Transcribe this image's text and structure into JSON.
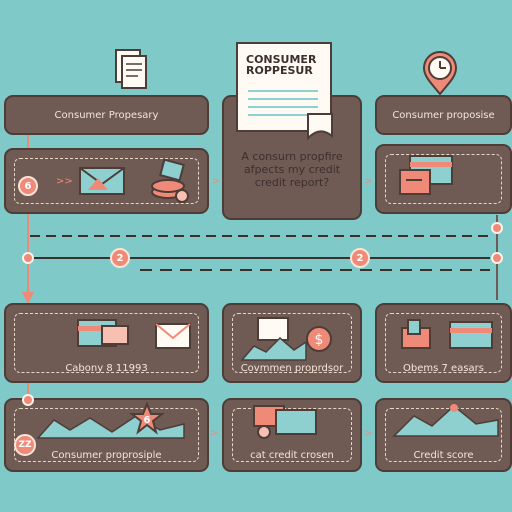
{
  "document": {
    "title_line1": "CONSUMER",
    "title_line2": "ROPPESUR"
  },
  "question": {
    "line1": "A consurn propfire",
    "line2": "afpects my credit",
    "line3": "credit report?"
  },
  "row1": {
    "left_label": "Consumer Propesary",
    "right_label": "Consumer proposise"
  },
  "bubbles": {
    "left_top": "6",
    "timeline_a": "2",
    "timeline_b": "2",
    "star": "6",
    "bottom_left": "ZZ"
  },
  "row3": {
    "left_label": "Cabony 8 11993",
    "mid_label": "Covmmen proprdsor",
    "right_label": "Obems 7 easars"
  },
  "row4": {
    "left_label": "Consumer proprosiple",
    "mid_label": "cat credit crosen",
    "right_label": "Credit score"
  },
  "colors": {
    "background": "#7fc9c9",
    "panel": "#6f5a54",
    "accent": "#f08a78",
    "paper": "#fffaf4"
  },
  "icons": [
    "document-icon",
    "clock-pin-icon",
    "envelope-icon",
    "coin-stack-icon",
    "card-icon",
    "chart-icon",
    "star-icon",
    "dollar-icon"
  ]
}
